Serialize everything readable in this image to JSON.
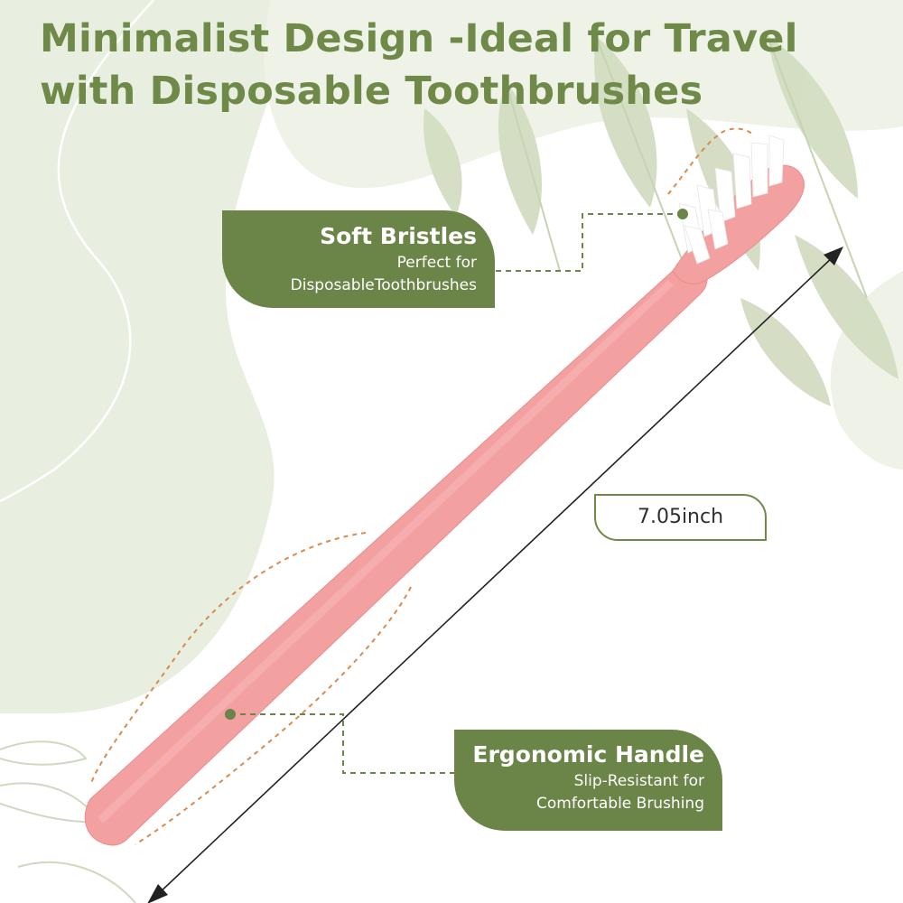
{
  "headline": {
    "line1": "Minimalist Design -Ideal for Travel",
    "line2": "with Disposable Toothbrushes"
  },
  "callouts": {
    "bristles": {
      "title": "Soft Bristles",
      "line1": "Perfect for",
      "line2": "DisposableToothbrushes"
    },
    "handle": {
      "title": "Ergonomic Handle",
      "line1": "Slip-Resistant for",
      "line2": "Comfortable Brushing"
    }
  },
  "measurement": {
    "label": "7.05inch"
  },
  "icons": {
    "product": "toothbrush-icon",
    "dimension": "double-arrow-icon",
    "decor": "leaf-icon"
  },
  "colors": {
    "accent": "#6f8a48",
    "pill": "#6b8447",
    "leaf_light": "#e8eedf",
    "leaf_mid": "#d6e0c6",
    "toothbrush": "#f3a0a0",
    "dash_orange": "#d98a4e"
  }
}
